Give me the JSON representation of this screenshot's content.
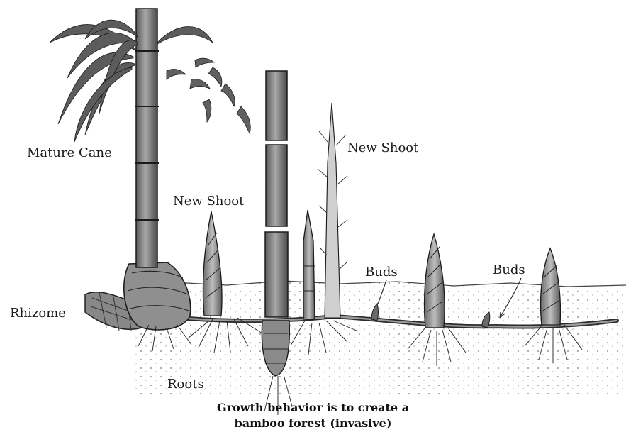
{
  "labels": {
    "mature_cane": "Mature Cane",
    "new_shoot_left": "New Shoot",
    "new_shoot_right": "New Shoot",
    "buds_left": "Buds",
    "buds_right": "Buds",
    "rhizome": "Rhizome",
    "roots": "Roots"
  },
  "caption": {
    "line1": "Growth behavior is to create a",
    "line2": "bamboo forest (invasive)"
  }
}
